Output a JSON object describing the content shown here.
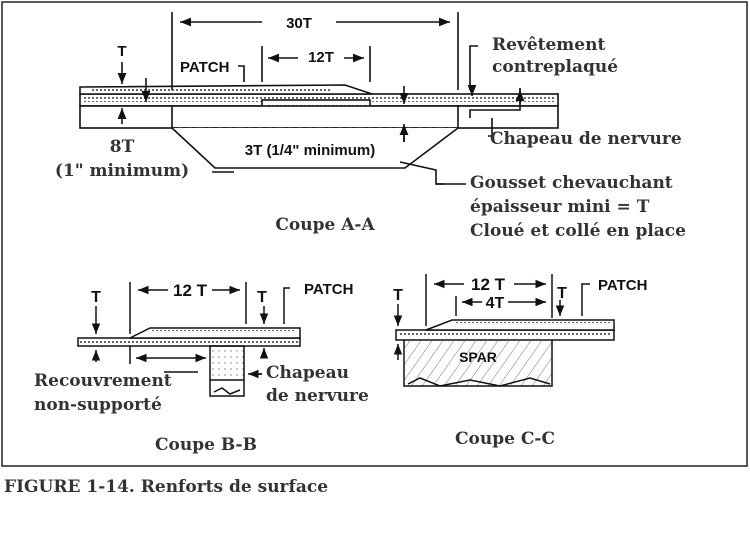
{
  "figure": {
    "caption": "FIGURE 1-14. Renforts de surface",
    "colors": {
      "ink": "#111111",
      "label": "#333333",
      "frame": "#222222",
      "background": "#ffffff"
    },
    "section_aa": {
      "title": "Coupe A-A",
      "dim_30t": "30T",
      "dim_12t": "12T",
      "dim_t": "T",
      "patch": "PATCH",
      "dim_8t": "8T",
      "min_1in": "(1\" minimum)",
      "dim_3t": "3T (1/4\" minimum)",
      "plywood_line1": "Revêtement",
      "plywood_line2": "contreplaqué",
      "rib_cap": "Chapeau de nervure",
      "gusset_line1": "Gousset chevauchant",
      "gusset_line2": "épaisseur mini = T",
      "gusset_line3": "Cloué et collé en place"
    },
    "section_bb": {
      "title": "Coupe B-B",
      "dim_12t": "12 T",
      "dim_t_left": "T",
      "dim_t_right": "T",
      "patch": "PATCH",
      "unsupported_line1": "Recouvrement",
      "unsupported_line2": "non-supporté",
      "rib_cap_line1": "Chapeau",
      "rib_cap_line2": "de nervure"
    },
    "section_cc": {
      "title": "Coupe C-C",
      "dim_12t": "12 T",
      "dim_4t": "4T",
      "dim_t_left": "T",
      "dim_t_right": "T",
      "patch": "PATCH",
      "spar": "SPAR"
    }
  }
}
